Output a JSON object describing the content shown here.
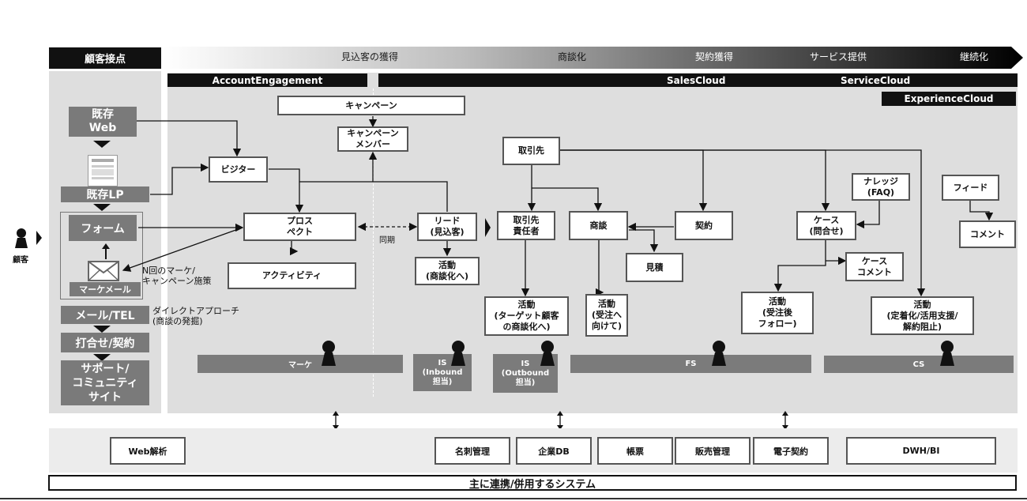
{
  "left_header": "顧客接点",
  "stages": [
    "見込客の獲得",
    "商談化",
    "契約獲得",
    "サービス提供",
    "継続化"
  ],
  "clouds": {
    "account_engagement": "AccountEngagement",
    "sales_cloud": "SalesCloud",
    "service_cloud": "ServiceCloud",
    "experience_cloud": "ExperienceCloud"
  },
  "touchpoints": {
    "existing_web": "既存\nWeb",
    "existing_lp": "既存LP",
    "form": "フォーム",
    "mail": "マーケメール",
    "mail_tel": "メール/TEL",
    "meeting_contract": "打合せ/契約",
    "support_community": "サポート/\nコミュニティ\nサイト"
  },
  "customer_label": "顧客",
  "annotations": {
    "n_times": "N回のマーケ/\nキャンペーン施策",
    "direct_approach": "ダイレクトアプローチ\n(商談の発掘)",
    "sync": "同期"
  },
  "objects": {
    "campaign": "キャンペーン",
    "campaign_member": "キャンペーン\nメンバー",
    "visitor": "ビジター",
    "prospect": "プロス\nペクト",
    "activity_ae": "アクティビティ",
    "lead": "リード\n(見込客)",
    "lead_activity": "活動\n(商談化へ)",
    "account": "取引先",
    "account_owner": "取引先\n責任者",
    "opportunity": "商談",
    "contract": "契約",
    "quote": "見積",
    "activity_target": "活動\n(ターゲット顧客\nの商談化へ)",
    "activity_order": "活動\n(受注へ\n向けて)",
    "knowledge": "ナレッジ\n(FAQ)",
    "case": "ケース\n(問合せ)",
    "case_comment": "ケース\nコメント",
    "activity_followup": "活動\n(受注後\nフォロー)",
    "activity_cs": "活動\n(定着化/活用支援/\n解約阻止)",
    "feed": "フィード",
    "comment": "コメント"
  },
  "roles": {
    "marketing": "マーケ",
    "is_inbound": "IS\n(Inbound\n担当)",
    "is_outbound": "IS\n(Outbound\n担当)",
    "fs": "FS",
    "cs": "CS"
  },
  "systems": [
    "Web解析",
    "名刺管理",
    "企業DB",
    "帳票",
    "販売管理",
    "電子契約",
    "DWH/BI"
  ],
  "footer_title": "主に連携/併用するシステム",
  "colors": {
    "black": "#111111",
    "dark_gray": "#7a7a7a",
    "panel_gray": "#dedede",
    "white": "#ffffff"
  }
}
